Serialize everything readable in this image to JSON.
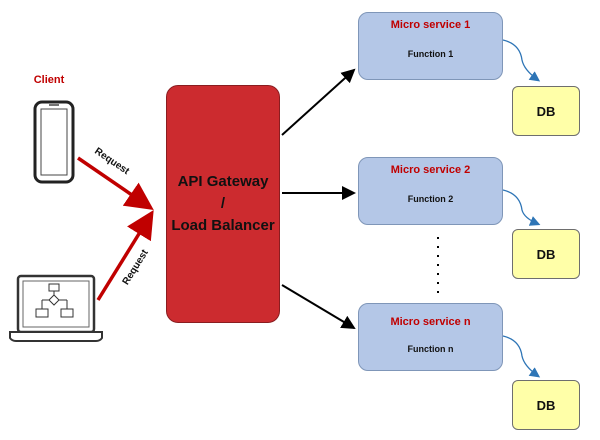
{
  "client": {
    "label": "Client"
  },
  "requests": [
    "Request",
    "Request"
  ],
  "gateway": {
    "line1": "API Gateway",
    "line2": "/",
    "line3": "Load Balancer"
  },
  "services": [
    {
      "name": "Micro service 1",
      "function": "Function 1",
      "db": "DB"
    },
    {
      "name": "Micro service 2",
      "function": "Function 2",
      "db": "DB"
    },
    {
      "name": "Micro service  n",
      "function": "Function n",
      "db": "DB"
    }
  ],
  "colors": {
    "gateway": "#cc2b2f",
    "service": "#b4c7e7",
    "db": "#ffffa8",
    "request_arrow": "#c00000",
    "service_title": "#c00000",
    "db_connector": "#2e75b6"
  }
}
